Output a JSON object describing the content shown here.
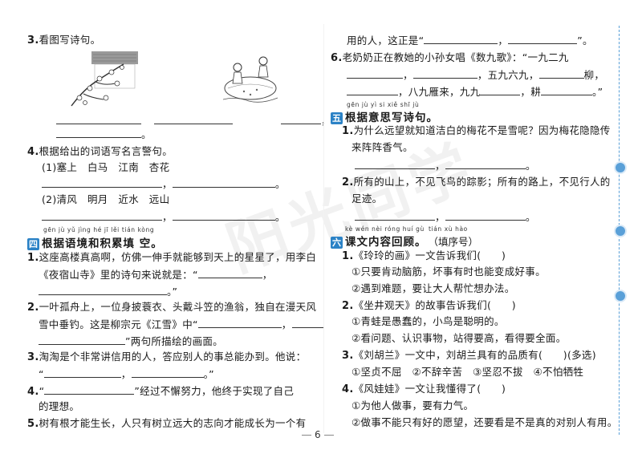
{
  "left": {
    "q3": {
      "num": "3.",
      "text": "看图写诗句。"
    },
    "q3_line1_end": "，",
    "q3_line2_end": "。",
    "q4": {
      "num": "4.",
      "text": "根据给出的词语写名言警句。"
    },
    "q4_1": "(1)塞上　白马　江南　杏花",
    "q4_1_mid": "，",
    "q4_1_end": "。",
    "q4_2": "(2)清风　明月　近水　远山",
    "q4_2_mid": "，",
    "q4_2_end": "。",
    "sec4": {
      "badge": "四",
      "pinyin": "gēn jù yǔ jìng hé jī lěi tián kòng",
      "title": "根据语境和积累填 空。"
    },
    "s4_q1_a": "这座高楼真高啊，仿佛一伸手就能够到天上的星星了，用李白",
    "s4_q1_b": "《夜宿山寺》里的诗句来说就是：“",
    "s4_q1_b_end": "，",
    "s4_q1_c_end": "。”",
    "s4_q2_a": "一叶孤舟上，一位身披蓑衣、头戴斗笠的渔翁，独自在漫天风",
    "s4_q2_b": "雪中垂钓。这是柳宗元《江雪》中“",
    "s4_q2_b_end": "，",
    "s4_q2_c_end": "”两句所描绘的画面。",
    "s4_q3_a": "淘淘是个非常讲信用的人，答应别人的事总能办到。他说：",
    "s4_q3_b_start": "“",
    "s4_q3_b_mid": "，",
    "s4_q3_b_end": "。”",
    "s4_q4_start": "“",
    "s4_q4_end": "”经过不懈努力，他终于实现了自己",
    "s4_q4_b": "的理想。",
    "s4_q5": "树有根才能生长，人只有树立远大的志向才能成长为一个有",
    "nums": {
      "n1": "1.",
      "n2": "2.",
      "n3": "3.",
      "n4": "4.",
      "n5": "5."
    }
  },
  "right": {
    "cont": "用的人，这正是“",
    "cont_mid": "，",
    "cont_end": "”。",
    "q6_num": "6.",
    "q6_a": "老奶奶正在教她的小孙女唱《数九歌》：“一九二九",
    "q6_b_mid1": "，",
    "q6_b_mid2": "，五九六九，",
    "q6_b_mid3": "柳，",
    "q6_c_a": "，八九雁来，九九",
    "q6_c_b": "，耕",
    "q6_c_end": "。”",
    "sec5": {
      "badge": "五",
      "pinyin": "gēn jù yì si xiě shī jù",
      "title": "根据意思写诗句。"
    },
    "s5_q1_a": "为什么远望就知道洁白的梅花不是雪呢？因为梅花隐隐传",
    "s5_q1_b": "来阵阵香气。",
    "s5_q1_mid": "，",
    "s5_q1_end": "。",
    "s5_q2_a": "所有的山上，不见飞鸟的踪影；所有的路上，不见行人的",
    "s5_q2_b": "足迹。",
    "s5_q2_mid": "，",
    "s5_q2_end": "。",
    "sec6": {
      "badge": "六",
      "pinyin": "kè wén nèi róng huí gù",
      "pinyin2": "tián xù hào",
      "title": "课文内容回顾。",
      "title_suffix": "（填序号）"
    },
    "s6_q1": "《玲玲的画》一文告诉我们(　　)",
    "s6_q1_o1": "①只要肯动脑筋，坏事有时也能变成好事。",
    "s6_q1_o2": "②遇到难题，要让大人帮忙想办法。",
    "s6_q2": "《坐井观天》的故事告诉我们(　　)",
    "s6_q2_o1": "①青蛙是愚蠢的，小鸟是聪明的。",
    "s6_q2_o2": "②看问题、认识事物，站得要高，看得要全面。",
    "s6_q3": "《刘胡兰》一文中，刘胡兰具有的品质有(　　)(多选)",
    "s6_q3_o": "①坚贞不屈　②不辞辛苦　③坚忍不拔　④不怕牺牲",
    "s6_q4": "《风娃娃》一文让我懂得了(　　)",
    "s6_q4_o1": "①为他人做事，要有力气。",
    "s6_q4_o2": "②做事不能只有好的愿望，还要看是不是真的对别人有用。",
    "nums": {
      "n1": "1.",
      "n2": "2.",
      "n3": "3.",
      "n4": "4."
    }
  },
  "page_number": "6",
  "watermark": "阳光同学",
  "colors": {
    "accent": "#2b82c6",
    "border": "#5aa0d8"
  }
}
